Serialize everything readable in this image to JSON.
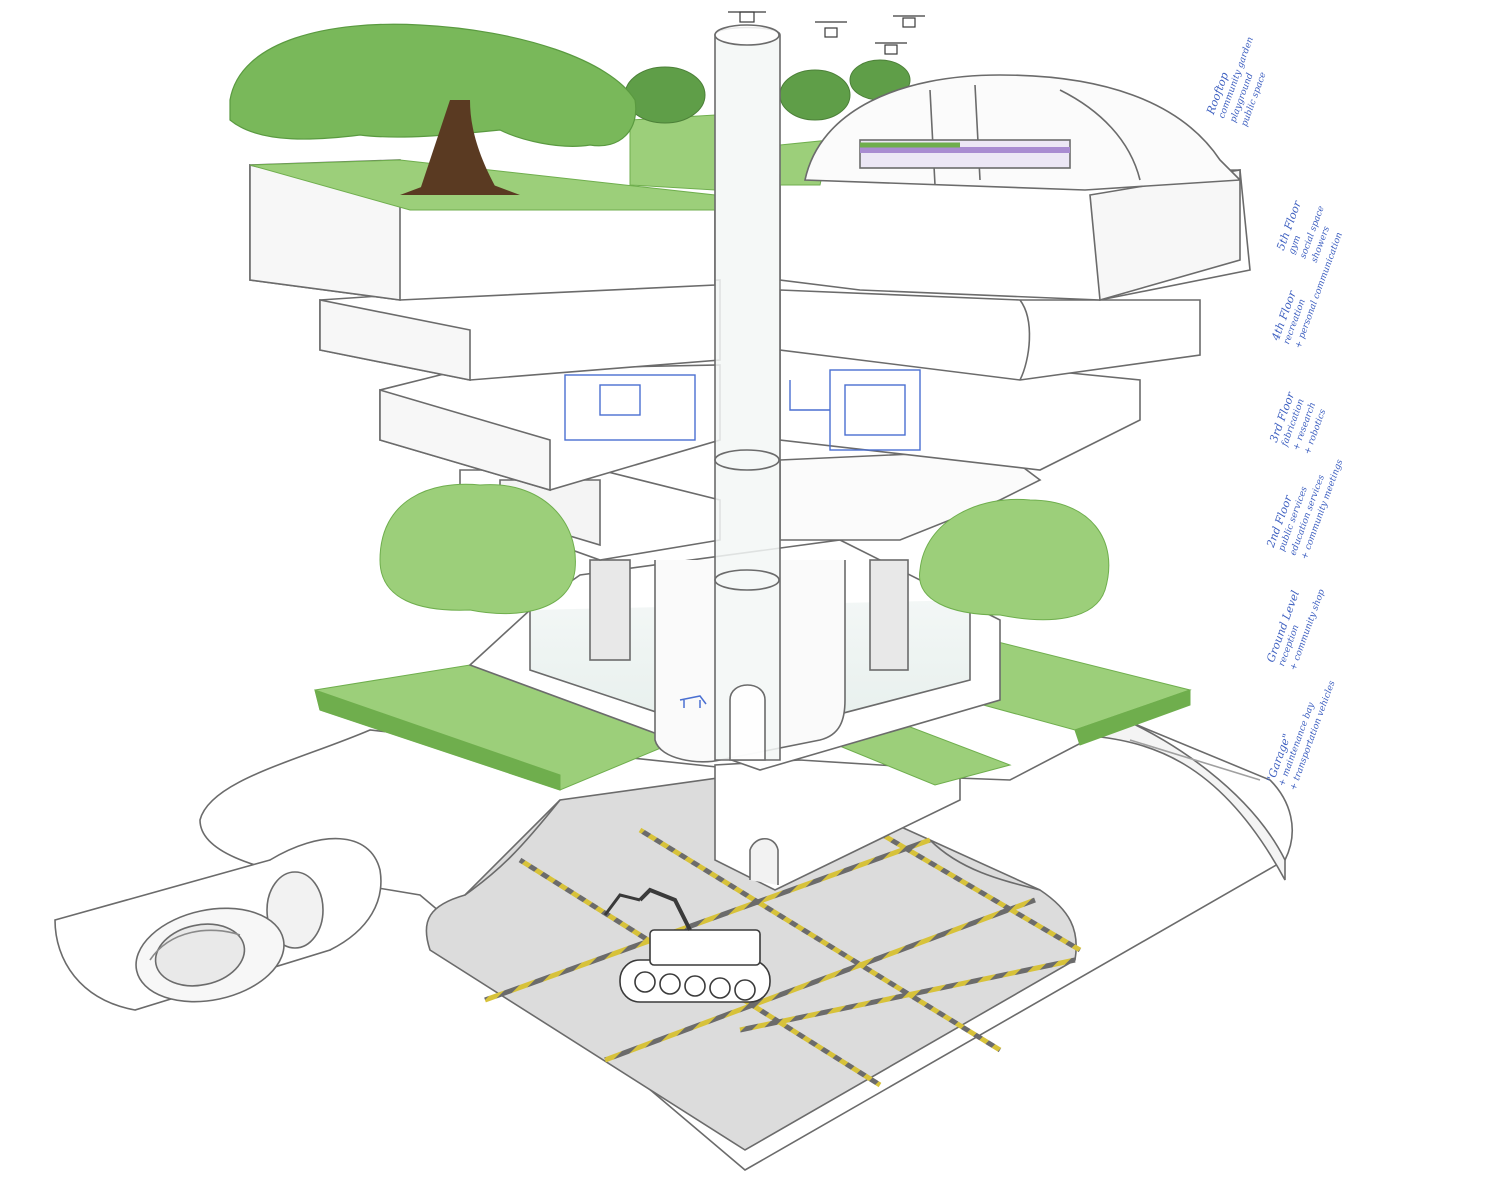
{
  "colors": {
    "ink": "#6b6b6b",
    "ink_dark": "#3a3a3a",
    "grass": "#9ccf7a",
    "grass_dark": "#6fae4d",
    "tree": "#79b85a",
    "trunk": "#5a3a22",
    "blue_lines": "#4a6fd1",
    "garage_floor": "#dcdcdc",
    "hazard": "#d7c23a",
    "note_blue": "#3d5fc0",
    "glass": "#eef5f2"
  },
  "annotations": [
    {
      "id": "rooftop",
      "title": "Rooftop",
      "lines": [
        "community garden",
        "playground",
        "public space"
      ]
    },
    {
      "id": "floor5",
      "title": "5th Floor",
      "lines": [
        "gym",
        "social space",
        "showers"
      ]
    },
    {
      "id": "floor4",
      "title": "4th Floor",
      "lines": [
        "recreation",
        "+ personal communication"
      ]
    },
    {
      "id": "floor3",
      "title": "3rd Floor",
      "lines": [
        "fabrication",
        "+ research",
        "+ robotics"
      ]
    },
    {
      "id": "floor2",
      "title": "2nd Floor",
      "lines": [
        "public services",
        "education services",
        "+ community meetings"
      ]
    },
    {
      "id": "ground",
      "title": "Ground Level",
      "lines": [
        "reception",
        "+ community shop"
      ]
    },
    {
      "id": "garage",
      "title": "\"Garage\"",
      "lines": [
        "+ maintenance bay",
        "+ transportation vehicles"
      ]
    }
  ],
  "icons": [
    "drone-icon",
    "tree-icon",
    "greenhouse-dome-icon",
    "elevator-tube-icon",
    "robot-crawler-icon",
    "pod-vehicle-icon",
    "robot-dog-icon"
  ]
}
